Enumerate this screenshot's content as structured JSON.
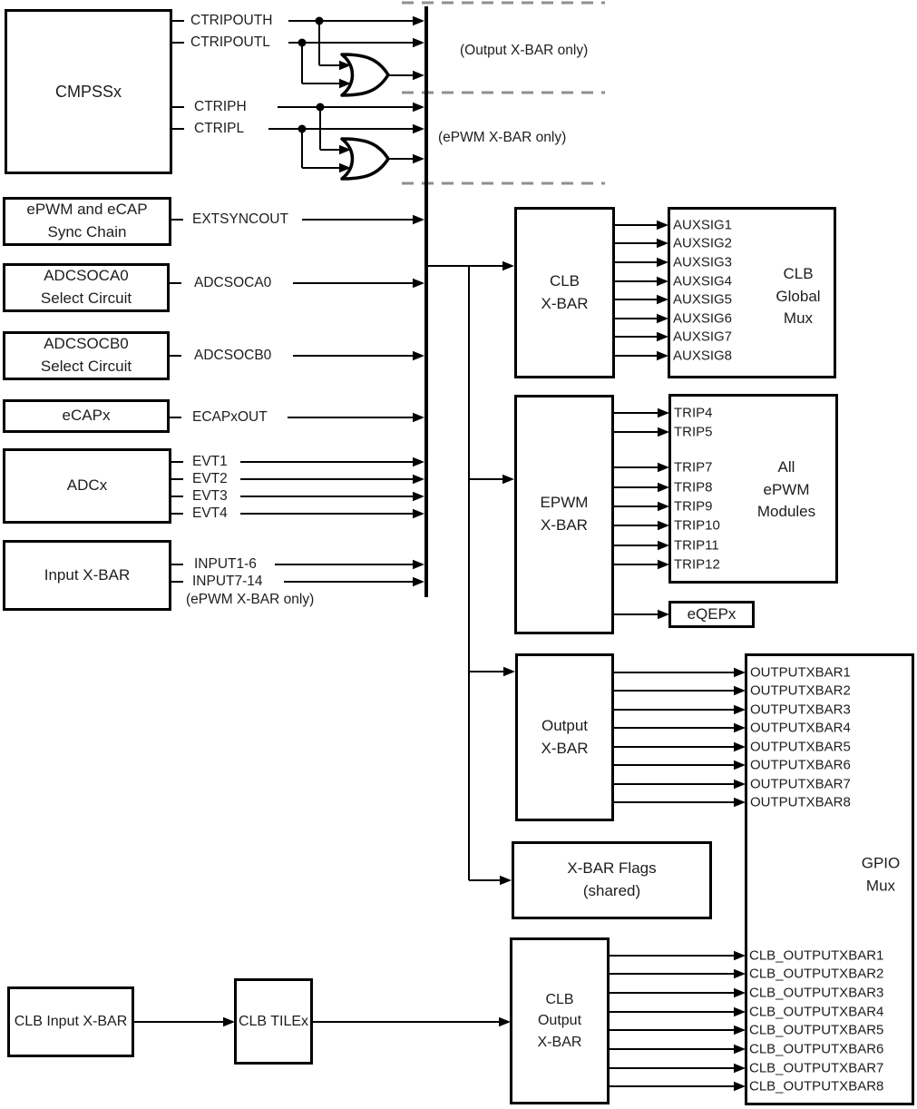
{
  "diagram": {
    "colors": {
      "background": "#ffffff",
      "line": "#000000",
      "dashed_divider": "#8f8f8f",
      "text": "#1d1d1d"
    },
    "boxes": [
      {
        "id": "cmpssx",
        "label": "CMPSSx"
      },
      {
        "id": "sync_chain",
        "label": "ePWM and eCAP\nSync Chain"
      },
      {
        "id": "adcsoca0_sel",
        "label": "ADCSOCA0\nSelect Circuit"
      },
      {
        "id": "adcsocb0_sel",
        "label": "ADCSOCB0\nSelect Circuit"
      },
      {
        "id": "ecapx",
        "label": "eCAPx"
      },
      {
        "id": "adcx",
        "label": "ADCx"
      },
      {
        "id": "input_xbar",
        "label": "Input X-BAR"
      },
      {
        "id": "clb_input_xbar",
        "label": "CLB Input X-BAR"
      },
      {
        "id": "clb_tilex",
        "label": "CLB TILEx"
      },
      {
        "id": "clb_xbar",
        "label": "CLB\nX-BAR"
      },
      {
        "id": "epwm_xbar",
        "label": "EPWM\nX-BAR"
      },
      {
        "id": "output_xbar",
        "label": "Output\nX-BAR"
      },
      {
        "id": "xbar_flags",
        "label": "X-BAR Flags\n(shared)"
      },
      {
        "id": "clb_output_xbar",
        "label": "CLB\nOutput\nX-BAR"
      },
      {
        "id": "clb_global_mux",
        "label": "CLB\nGlobal\nMux"
      },
      {
        "id": "all_epwm_modules",
        "label": "All\nePWM\nModules"
      },
      {
        "id": "eqepx",
        "label": "eQEPx"
      },
      {
        "id": "gpio_mux",
        "label": "GPIO\nMux"
      }
    ],
    "input_signals": [
      "CTRIPOUTH",
      "CTRIPOUTL",
      "CTRIPH",
      "CTRIPL",
      "EXTSYNCOUT",
      "ADCSOCA0",
      "ADCSOCB0",
      "ECAPxOUT",
      "EVT1",
      "EVT2",
      "EVT3",
      "EVT4",
      "INPUT1-6",
      "INPUT7-14"
    ],
    "notes": [
      {
        "id": "output_xbar_only",
        "text": "(Output X-BAR only)"
      },
      {
        "id": "epwm_xbar_only",
        "text": "(ePWM X-BAR only)"
      },
      {
        "id": "input7_14_epwm_only",
        "text": "(ePWM X-BAR only)"
      }
    ],
    "outputs": {
      "auxsig": [
        "AUXSIG1",
        "AUXSIG2",
        "AUXSIG3",
        "AUXSIG4",
        "AUXSIG5",
        "AUXSIG6",
        "AUXSIG7",
        "AUXSIG8"
      ],
      "trip": [
        "TRIP4",
        "TRIP5",
        "TRIP7",
        "TRIP8",
        "TRIP9",
        "TRIP10",
        "TRIP11",
        "TRIP12"
      ],
      "outputxbar": [
        "OUTPUTXBAR1",
        "OUTPUTXBAR2",
        "OUTPUTXBAR3",
        "OUTPUTXBAR4",
        "OUTPUTXBAR5",
        "OUTPUTXBAR6",
        "OUTPUTXBAR7",
        "OUTPUTXBAR8"
      ],
      "clb_outputxbar": [
        "CLB_OUTPUTXBAR1",
        "CLB_OUTPUTXBAR2",
        "CLB_OUTPUTXBAR3",
        "CLB_OUTPUTXBAR4",
        "CLB_OUTPUTXBAR5",
        "CLB_OUTPUTXBAR6",
        "CLB_OUTPUTXBAR7",
        "CLB_OUTPUTXBAR8"
      ]
    }
  }
}
